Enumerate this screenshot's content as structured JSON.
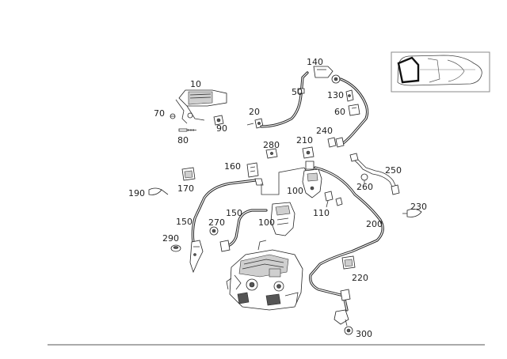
{
  "labels": {
    "p10": "10",
    "p20": "20",
    "p50": "50",
    "p60": "60",
    "p70": "70",
    "p80": "80",
    "p90": "90",
    "p100a": "100",
    "p100b": "100",
    "p110": "110",
    "p130": "130",
    "p140": "140",
    "p150a": "150",
    "p150b": "150",
    "p160": "160",
    "p170": "170",
    "p190": "190",
    "p200": "200",
    "p210": "210",
    "p220": "220",
    "p230": "230",
    "p240": "240",
    "p250": "250",
    "p260": "260",
    "p270": "270",
    "p280": "280",
    "p290": "290",
    "p300": "300"
  },
  "colors": {
    "ink": "#222222",
    "frame": "#888888",
    "footer_rule": "#555555"
  },
  "icons": {
    "locator": "car-locator-icon"
  }
}
